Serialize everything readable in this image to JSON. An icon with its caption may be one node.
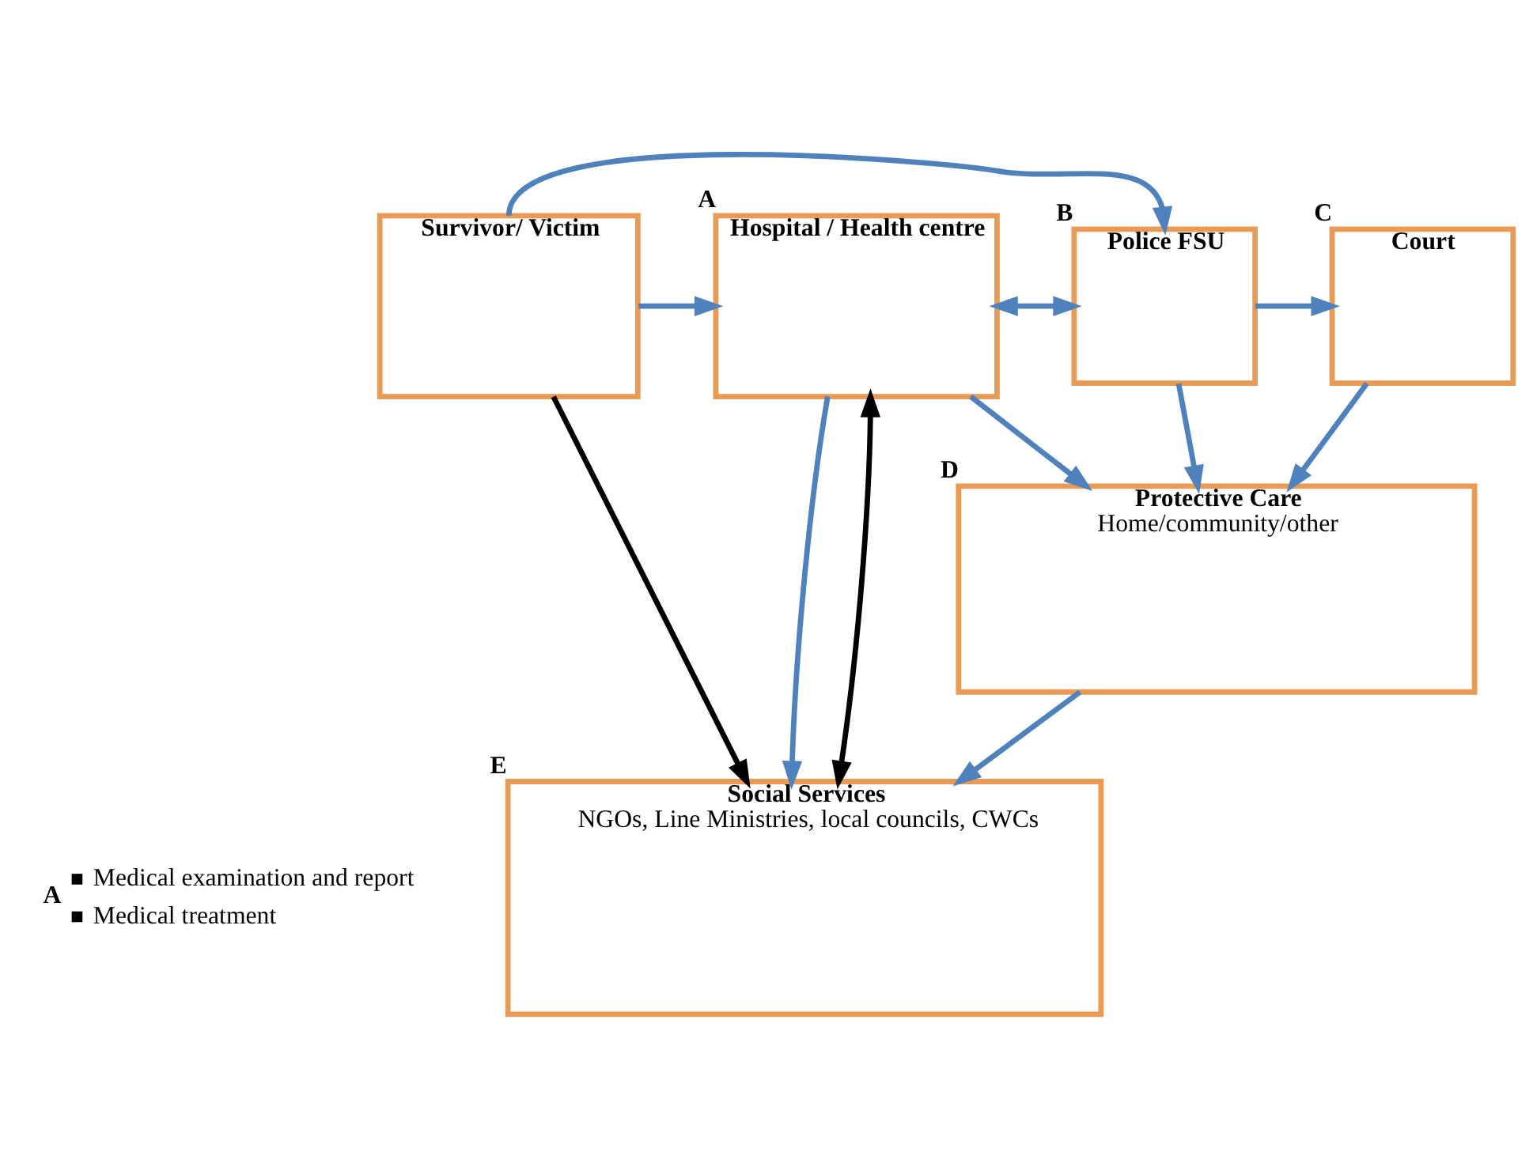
{
  "diagram": {
    "nodes": [
      {
        "text": [
          "Survivor/ Victim"
        ]
      },
      {
        "text": [
          "Hospital / Health centre"
        ],
        "beside": [
          "A"
        ]
      },
      {
        "text": [
          "Police FSU"
        ],
        "beside": [
          "B"
        ]
      },
      {
        "text": [
          "Court"
        ],
        "beside": [
          "C"
        ]
      },
      {
        "text": [
          "Protective Care",
          "Home/community/other"
        ],
        "beside": [
          "D"
        ]
      },
      {
        "text": [
          "Social Services",
          "NGOs, Line Ministries, local councils, CWCs"
        ],
        "beside": [
          "E"
        ]
      }
    ],
    "edges": [
      {
        "from": 0,
        "to": 2,
        "arrow": "to"
      },
      {
        "from": 0,
        "to": 1,
        "arrow": "to"
      },
      {
        "from": 1,
        "to": 2,
        "arrow": "both"
      },
      {
        "from": 2,
        "to": 3,
        "arrow": "to"
      },
      {
        "from": 2,
        "to": 4,
        "arrow": "to"
      },
      {
        "from": 3,
        "to": 4,
        "arrow": "to"
      },
      {
        "from": 1,
        "to": 4,
        "arrow": "to"
      },
      {
        "from": 1,
        "to": 5,
        "arrow": "to"
      },
      {
        "from": 1,
        "to": 5,
        "arrow": "both",
        "color": "#000000"
      },
      {
        "from": 0,
        "to": 5,
        "arrow": "to",
        "color": "#000000"
      },
      {
        "from": 4,
        "to": 5,
        "arrow": "to"
      }
    ],
    "labels": [
      "A",
      "Medical examination and report",
      "Medical treatment"
    ]
  }
}
